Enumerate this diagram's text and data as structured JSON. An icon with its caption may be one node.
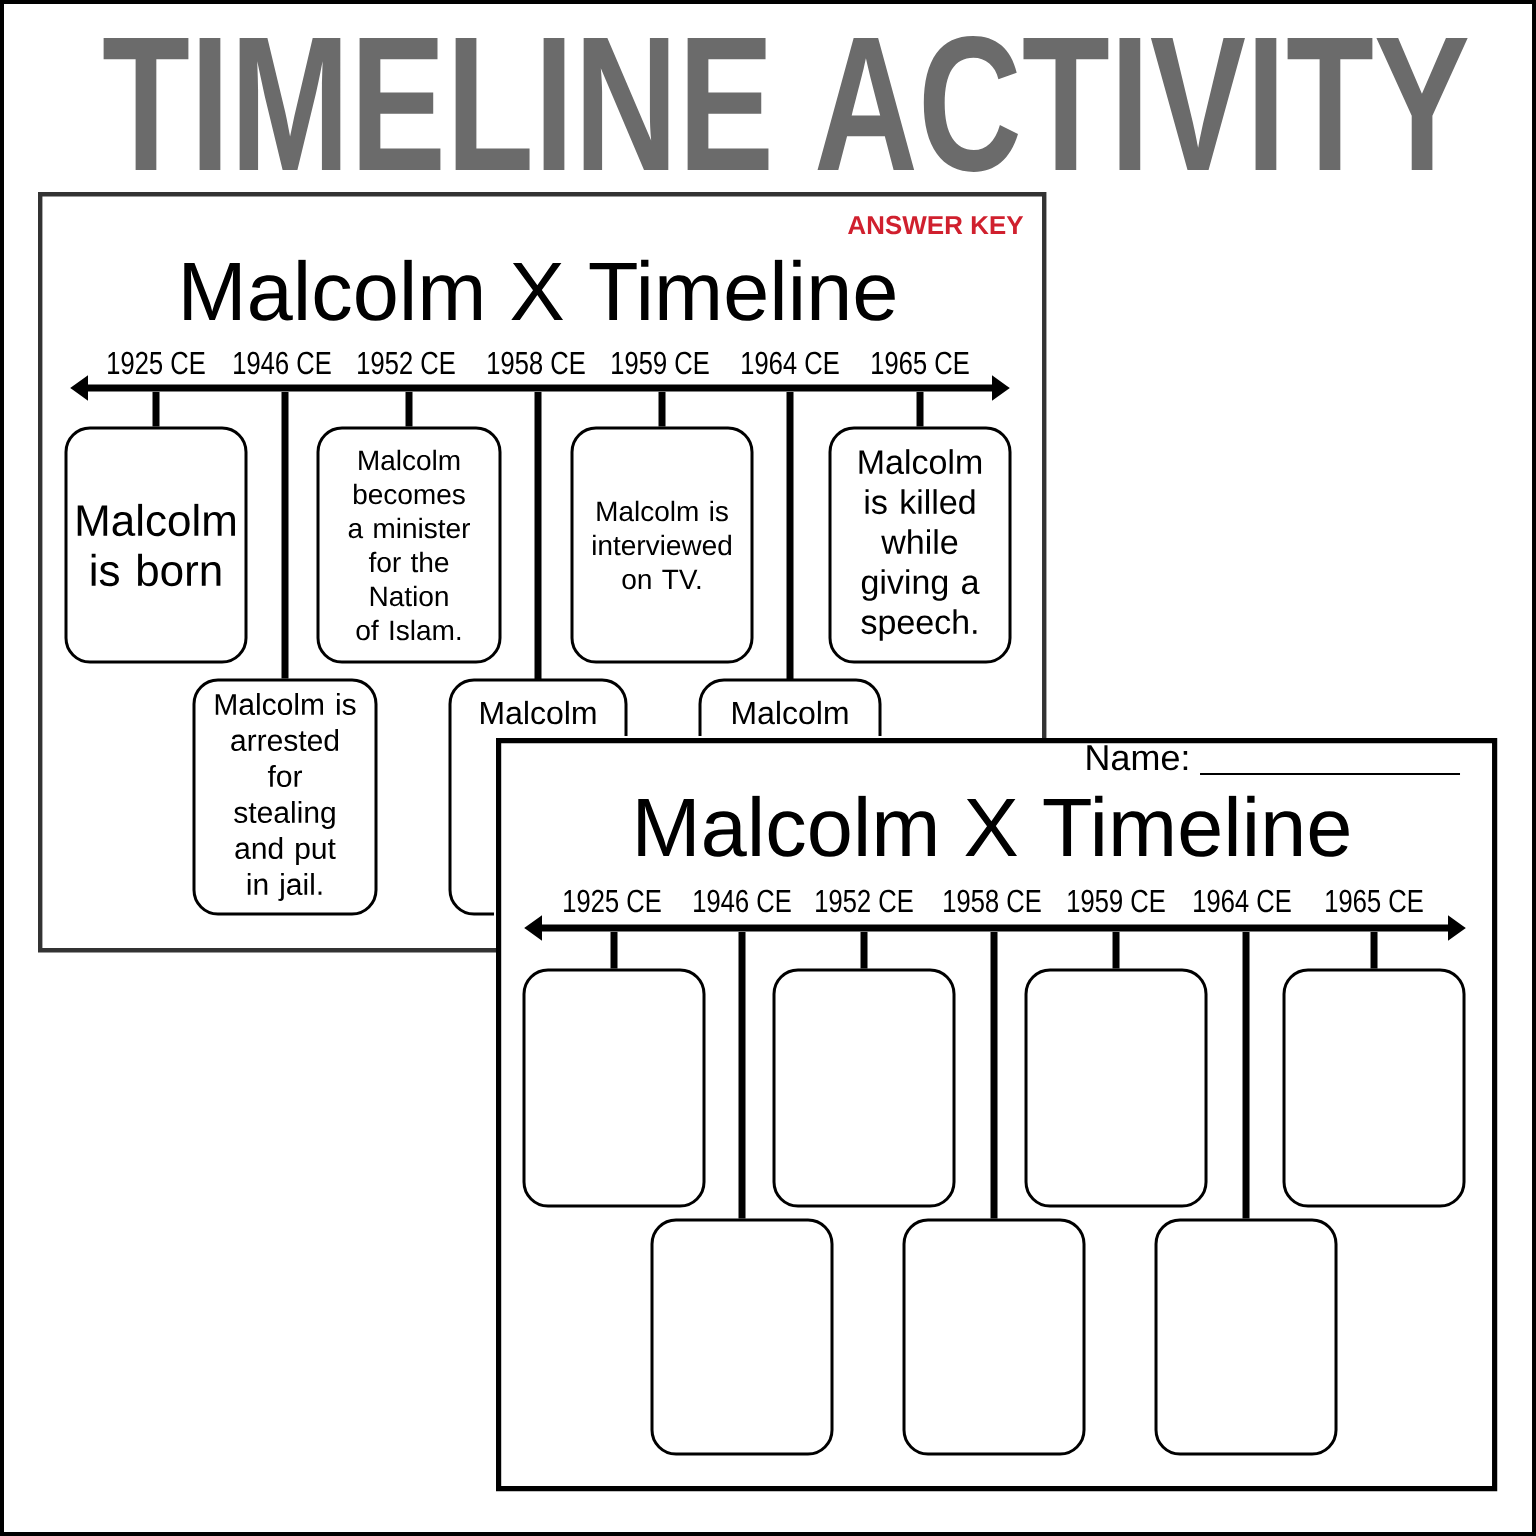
{
  "diagram": {
    "title": "TIMELINE ACTIVITY",
    "nodes": [
      {
        "text": [
          "ANSWER KEY",
          "Malcolm X Timeline"
        ]
      },
      {
        "text": [],
        "shape": "bar",
        "in": 0,
        "beside": [
          "1925 CE",
          "1946 CE",
          "1952 CE",
          "1958 CE",
          "1959 CE",
          "1964 CE",
          "1965 CE"
        ]
      },
      {
        "text": [
          "Malcolm is born"
        ],
        "in": 0
      },
      {
        "text": [
          "Malcolm is arrested for stealing and put in jail."
        ],
        "in": 0
      },
      {
        "text": [
          "Malcolm becomes a minister for the Nation of Islam."
        ],
        "in": 0
      },
      {
        "text": [
          "Malcolm"
        ],
        "in": 0
      },
      {
        "text": [
          "Malcolm is interviewed on TV."
        ],
        "in": 0
      },
      {
        "text": [
          "Malcolm"
        ],
        "in": 0
      },
      {
        "text": [
          "Malcolm is killed while giving a speech."
        ],
        "in": 0
      },
      {
        "text": [
          "Name:",
          "Malcolm X Timeline"
        ]
      },
      {
        "text": [],
        "shape": "bar",
        "in": 9,
        "beside": [
          "1925 CE",
          "1946 CE",
          "1952 CE",
          "1958 CE",
          "1959 CE",
          "1964 CE",
          "1965 CE"
        ]
      },
      {
        "text": [],
        "shape": "box",
        "in": 9
      },
      {
        "text": [],
        "shape": "box",
        "in": 9
      },
      {
        "text": [],
        "shape": "box",
        "in": 9
      },
      {
        "text": [],
        "shape": "box",
        "in": 9
      },
      {
        "text": [],
        "shape": "box",
        "in": 9
      },
      {
        "text": [],
        "shape": "box",
        "in": 9
      },
      {
        "text": [],
        "shape": "box",
        "in": 9
      }
    ],
    "edges": [
      {
        "from": 1,
        "to": 2,
        "arrow": "none"
      },
      {
        "from": 1,
        "to": 3,
        "arrow": "none"
      },
      {
        "from": 1,
        "to": 4,
        "arrow": "none"
      },
      {
        "from": 1,
        "to": 5,
        "arrow": "none"
      },
      {
        "from": 1,
        "to": 6,
        "arrow": "none"
      },
      {
        "from": 1,
        "to": 7,
        "arrow": "none"
      },
      {
        "from": 1,
        "to": 8,
        "arrow": "none"
      },
      {
        "from": 10,
        "to": 11,
        "arrow": "none"
      },
      {
        "from": 10,
        "to": 12,
        "arrow": "none"
      },
      {
        "from": 10,
        "to": 13,
        "arrow": "none"
      },
      {
        "from": 10,
        "to": 14,
        "arrow": "none"
      },
      {
        "from": 10,
        "to": 15,
        "arrow": "none"
      },
      {
        "from": 10,
        "to": 16,
        "arrow": "none"
      },
      {
        "from": 10,
        "to": 17,
        "arrow": "none"
      }
    ]
  }
}
